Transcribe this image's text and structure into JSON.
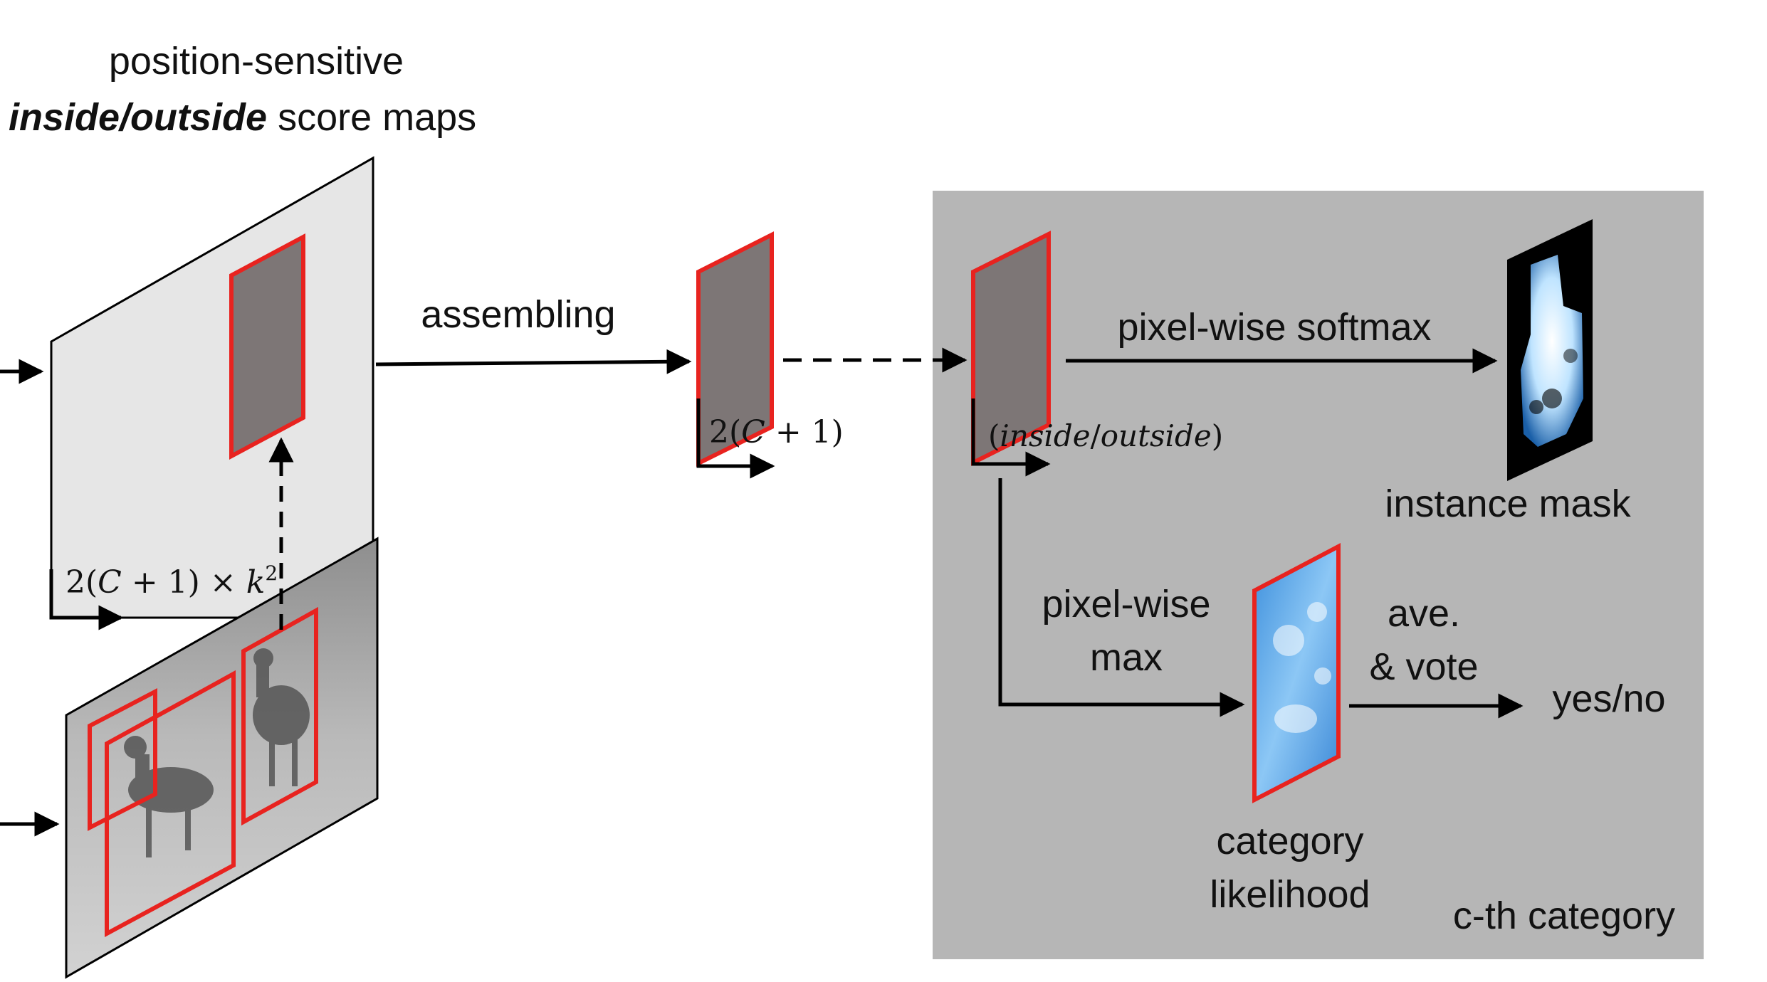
{
  "title": {
    "line1": "position-sensitive",
    "line2_bold": "inside/outside",
    "line2_rest": " score maps"
  },
  "labels": {
    "assembling": "assembling",
    "channels_full_a": "2(",
    "channels_full_c": "C",
    "channels_full_b": " + 1) × ",
    "channels_full_k": "k",
    "channels_full_sup": "2",
    "channels_small_a": "2(",
    "channels_small_c": "C",
    "channels_small_b": " + 1)",
    "inout_open": "(",
    "inout_inside": "inside",
    "inout_slash": "/",
    "inout_outside": "outside",
    "inout_close": ")",
    "pixel_softmax": "pixel-wise softmax",
    "instance_mask": "instance mask",
    "pixel_max_1": "pixel-wise",
    "pixel_max_2": "max",
    "ave": "ave.",
    "vote": "& vote",
    "yes_no": "yes/no",
    "category_1": "category",
    "category_2": "likelihood",
    "cth": "c-th category"
  },
  "colors": {
    "roi_red": "#e8231f",
    "panel_gray": "#b6b6b6",
    "map_gray": "#e6e6e6",
    "roi_fill": "#7d7676",
    "mask_blue": "#4aa3e8"
  }
}
